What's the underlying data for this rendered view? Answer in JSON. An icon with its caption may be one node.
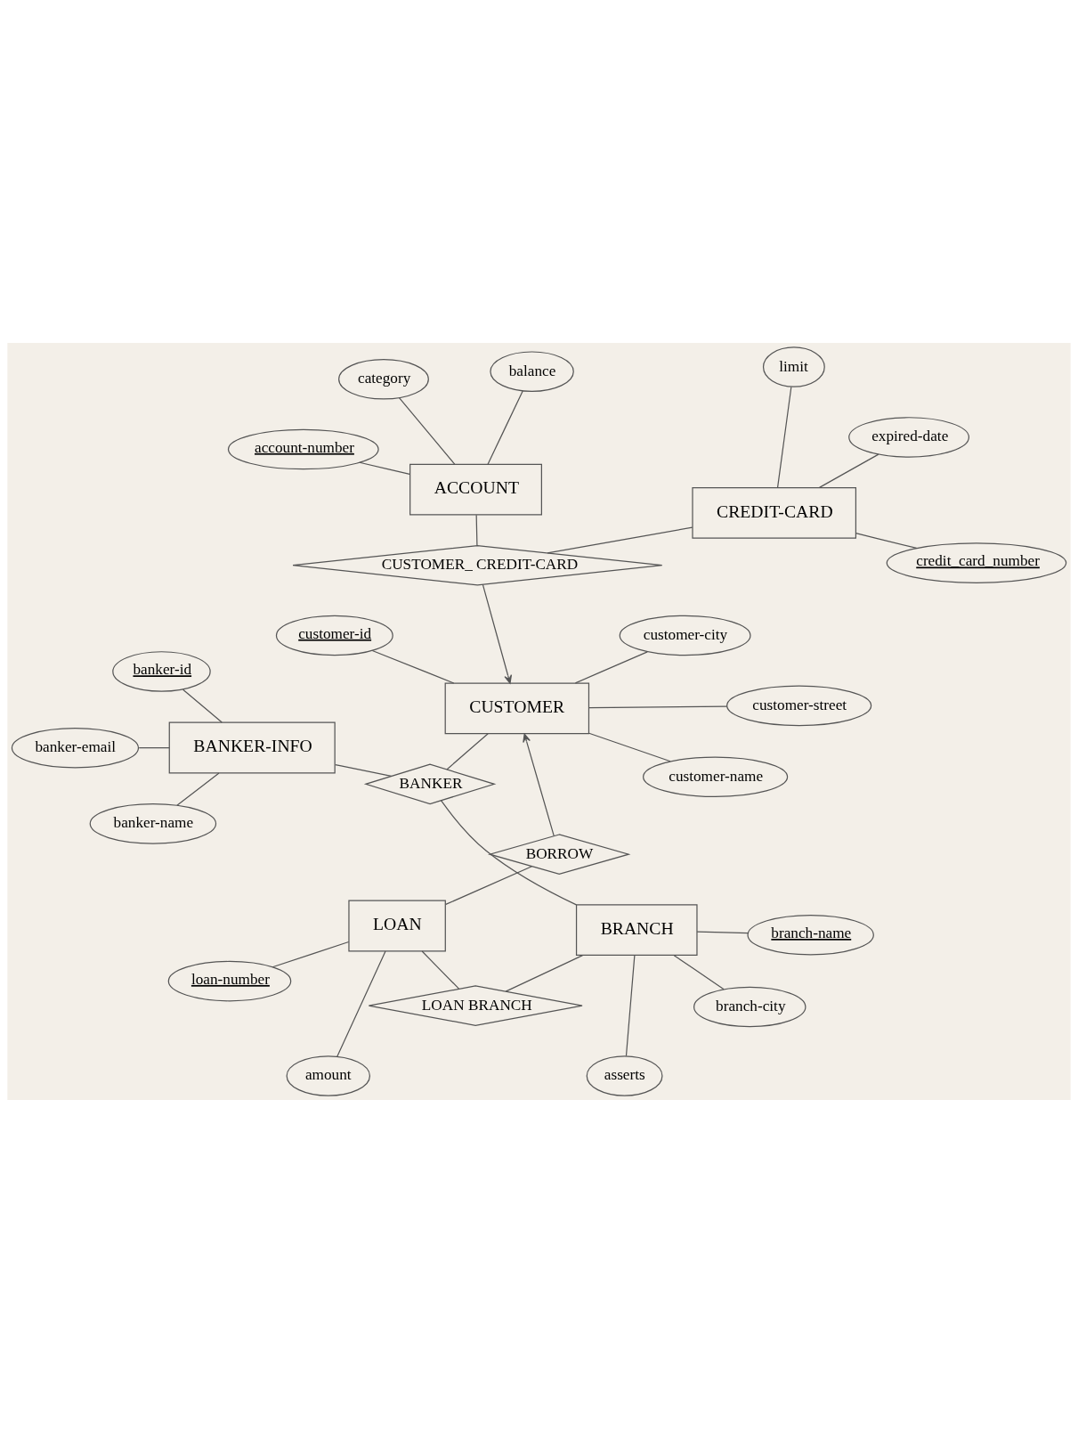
{
  "diagram": {
    "nodes": [
      {
        "text": [
          "BANKER-INFO"
        ]
      },
      {
        "text": [
          "banker-name"
        ]
      },
      {
        "text": [
          "banker-email"
        ]
      },
      {
        "text": [
          "banker-id"
        ]
      },
      {
        "text": [
          "BANKER"
        ]
      },
      {
        "text": [
          "BRANCH"
        ]
      },
      {
        "text": [
          "asserts"
        ]
      },
      {
        "text": [
          "branch-name"
        ]
      },
      {
        "text": [
          "branch-city"
        ]
      },
      {
        "text": [
          "LOAN BRANCH"
        ]
      },
      {
        "text": [
          "customer-name"
        ]
      },
      {
        "text": [
          "customer-id"
        ]
      },
      {
        "text": [
          "customer-street"
        ]
      },
      {
        "text": [
          "customer-city"
        ]
      },
      {
        "text": [
          "CUSTOMER"
        ]
      },
      {
        "text": [
          "BORROW"
        ]
      },
      {
        "text": [
          "LOAN"
        ]
      },
      {
        "text": [
          "loan-number"
        ]
      },
      {
        "text": [
          "amount"
        ]
      },
      {
        "text": [
          "CREDIT-CARD"
        ]
      },
      {
        "text": [
          "CUSTOMER_ CREDIT-CARD"
        ]
      },
      {
        "text": [
          "ACCOUNT"
        ]
      },
      {
        "text": [
          "category"
        ]
      },
      {
        "text": [
          "expired-date"
        ]
      },
      {
        "text": [
          "limit"
        ]
      },
      {
        "text": [
          "credit_card_number"
        ]
      },
      {
        "text": [
          "balance"
        ]
      },
      {
        "text": [
          "account-number"
        ]
      }
    ],
    "edges": [
      {
        "from": 1,
        "to": 0,
        "arrow": "none"
      },
      {
        "from": 2,
        "to": 0,
        "arrow": "none"
      },
      {
        "from": 3,
        "to": 0,
        "arrow": "none"
      },
      {
        "from": 0,
        "to": 4,
        "arrow": "none"
      },
      {
        "from": 4,
        "to": 5,
        "arrow": "none"
      },
      {
        "from": 6,
        "to": 5,
        "arrow": "none"
      },
      {
        "from": 7,
        "to": 5,
        "arrow": "none"
      },
      {
        "from": 8,
        "to": 5,
        "arrow": "none"
      },
      {
        "from": 4,
        "to": 14,
        "arrow": "none"
      },
      {
        "from": 5,
        "to": 9,
        "arrow": "none"
      },
      {
        "from": 9,
        "to": 16,
        "arrow": "none"
      },
      {
        "from": 10,
        "to": 14,
        "arrow": "none"
      },
      {
        "from": 11,
        "to": 14,
        "arrow": "none"
      },
      {
        "from": 12,
        "to": 14,
        "arrow": "none"
      },
      {
        "from": 13,
        "to": 14,
        "arrow": "none"
      },
      {
        "from": 15,
        "to": 14,
        "arrow": "to"
      },
      {
        "from": 16,
        "to": 15,
        "arrow": "none"
      },
      {
        "from": 16,
        "to": 17,
        "arrow": "none"
      },
      {
        "from": 16,
        "to": 18,
        "arrow": "none"
      },
      {
        "from": 20,
        "to": 14,
        "arrow": "to"
      },
      {
        "from": 19,
        "to": 20,
        "arrow": "none"
      },
      {
        "from": 20,
        "to": 21,
        "arrow": "none"
      },
      {
        "from": 21,
        "to": 22,
        "arrow": "none"
      },
      {
        "from": 19,
        "to": 23,
        "arrow": "none"
      },
      {
        "from": 19,
        "to": 24,
        "arrow": "none"
      },
      {
        "from": 19,
        "to": 25,
        "arrow": "none"
      },
      {
        "from": 21,
        "to": 26,
        "arrow": "none"
      },
      {
        "from": 21,
        "to": 27,
        "arrow": "none"
      }
    ]
  }
}
